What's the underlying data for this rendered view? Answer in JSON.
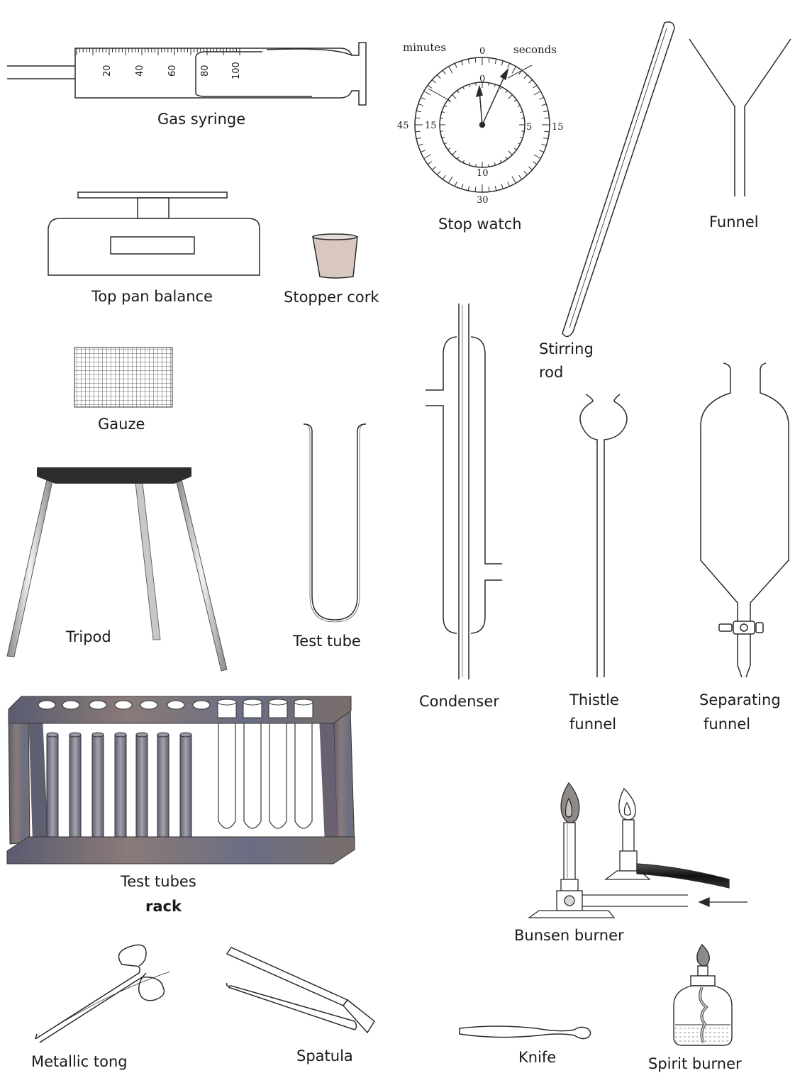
{
  "labels": {
    "gas_syringe": "Gas syringe",
    "stop_watch": "Stop watch",
    "funnel": "Funnel",
    "top_pan_balance": "Top pan balance",
    "stopper_cork": "Stopper cork",
    "stirring_rod_1": "Stirring",
    "stirring_rod_2": "rod",
    "gauze": "Gauze",
    "tripod": "Tripod",
    "test_tube": "Test tube",
    "condenser": "Condenser",
    "thistle_funnel_1": "Thistle",
    "thistle_funnel_2": "funnel",
    "separating_funnel_1": "Separating",
    "separating_funnel_2": "funnel",
    "test_tubes_rack_1": "Test tubes",
    "test_tubes_rack_2": "rack",
    "bunsen_burner": "Bunsen burner",
    "metallic_tong": "Metallic tong",
    "spatula": "Spatula",
    "knife": "Knife",
    "spirit_burner": "Spirit burner"
  },
  "syringe_scale": [
    "20",
    "40",
    "60",
    "80",
    "100"
  ],
  "stopwatch": {
    "minutes_label": "minutes",
    "seconds_label": "seconds",
    "outer_top": "0",
    "outer_left": "45",
    "outer_right": "15",
    "outer_bottom": "30",
    "inner_top": "0",
    "inner_left": "15",
    "inner_right": "5",
    "inner_bottom": "10"
  },
  "colors": {
    "line": "#2a2a2a",
    "cork": "#d8c8c0",
    "rack_wood": "#6b6a78",
    "tripod_top": "#2d2d2d",
    "flame": "#8f8a88"
  }
}
